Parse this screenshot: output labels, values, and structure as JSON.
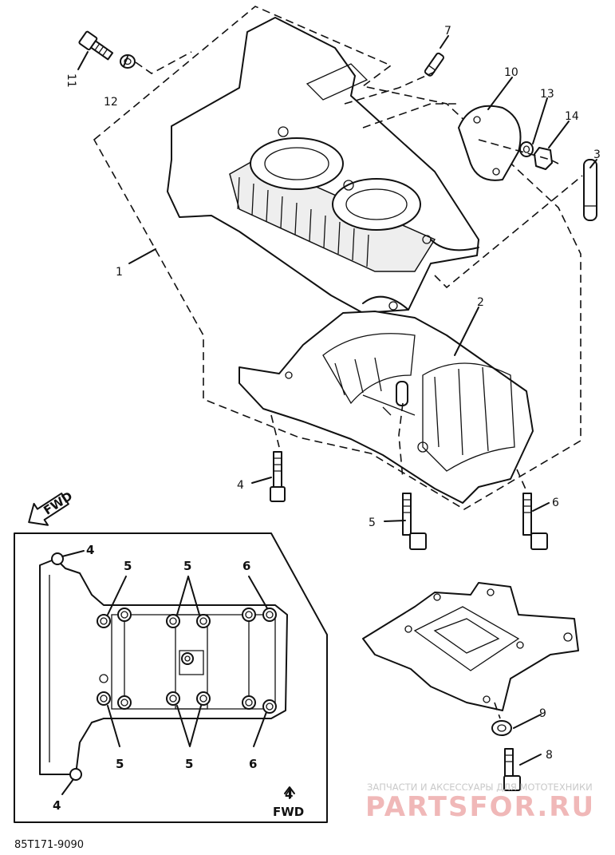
{
  "callouts": {
    "c1": "1",
    "c2": "2",
    "c3": "3",
    "c4": "4",
    "c5": "5",
    "c6": "6",
    "c7": "7",
    "c8": "8",
    "c9": "9",
    "c10": "10",
    "c11": "11",
    "c12": "12",
    "c13": "13",
    "c14": "14"
  },
  "inset": {
    "label_4_top": "4",
    "label_4_bottom": "4",
    "label_5_top_left": "5",
    "label_5_top_mid": "5",
    "label_5_bottom_left": "5",
    "label_5_bottom_mid": "5",
    "label_6_top": "6",
    "label_6_bottom": "6",
    "tighten_order": "4",
    "fwd": "FWD"
  },
  "fwd_arrow": "FWD",
  "diagram_code": "85T171-9090",
  "watermark": {
    "tagline": "ЗАПЧАСТИ И АКСЕССУАРЫ ДЛЯ МОТОТЕХНИКИ",
    "brand": "PARTSFOR.RU"
  },
  "colors": {
    "ink": "#111111",
    "watermark_red": "#f0b8b8",
    "watermark_grey": "#c9c9c9"
  }
}
